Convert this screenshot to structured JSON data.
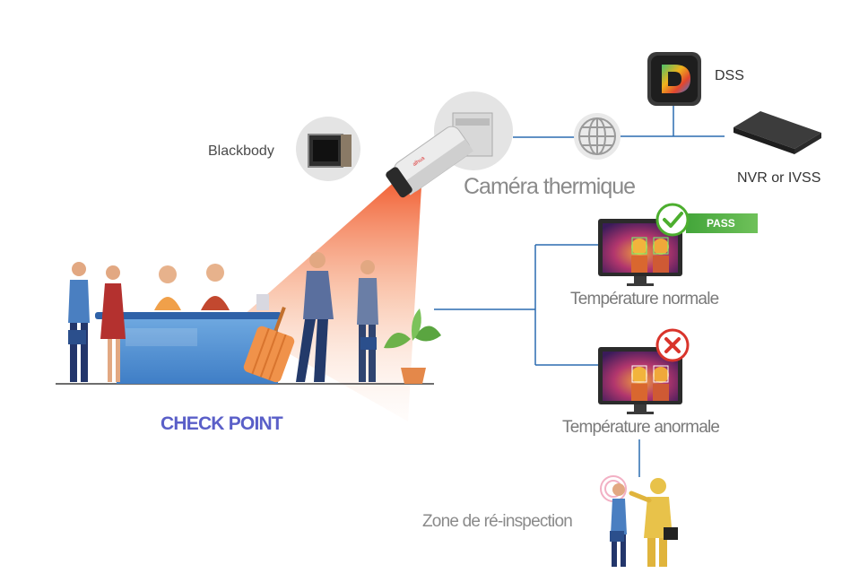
{
  "labels": {
    "blackbody": "Blackbody",
    "dss": "DSS",
    "nvr": "NVR or IVSS",
    "camera": "Caméra thermique",
    "normal_temp": "Température normale",
    "abnormal_temp": "Température anormale",
    "reinspection_zone": "Zone de ré-inspection",
    "checkpoint": "CHECK POINT",
    "pass_badge": "PASS"
  },
  "icons": {
    "network": "globe-network-icon",
    "dss": "dss-app-icon",
    "nvr": "nvr-device-icon",
    "blackbody": "blackbody-device-icon",
    "camera": "thermal-bullet-camera-icon",
    "pass_check": "check-icon",
    "fail_cross": "cross-icon"
  },
  "colors": {
    "connector": "#2b6cb0",
    "pass_green": "#4cae2e",
    "fail_red": "#d9342b",
    "beam": "#f26a2e",
    "checkpoint_text": "#5a5fc8"
  }
}
